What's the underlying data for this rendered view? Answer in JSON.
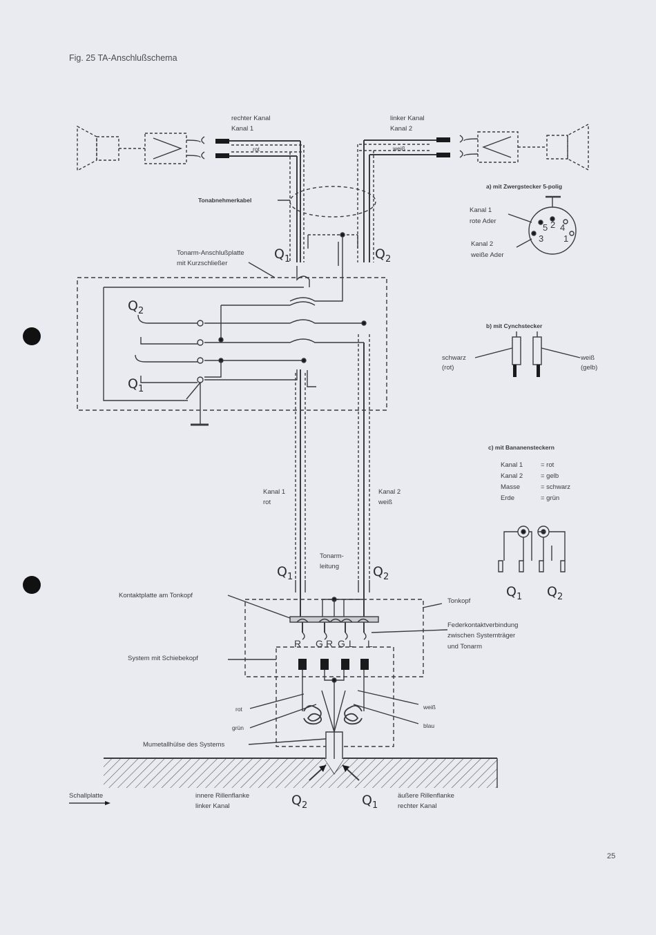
{
  "figure": {
    "title": "Fig. 25  TA-Anschlußschema",
    "page_number": "25"
  },
  "top": {
    "right_channel": [
      "rechter Kanal",
      "Kanal 1"
    ],
    "left_channel": [
      "linker Kanal",
      "Kanal 2"
    ],
    "wire_rot": "rot",
    "wire_weiss": "weiß",
    "cable": "Tonabnehmerkabel",
    "plate": [
      "Tonarm-Anschlußplatte",
      "mit Kurzschließer"
    ]
  },
  "middle": {
    "kanal1": [
      "Kanal 1",
      "rot"
    ],
    "kanal2": [
      "Kanal 2",
      "weiß"
    ],
    "tonarm_leitung": [
      "Tonarm-",
      "leitung"
    ]
  },
  "bottom": {
    "kontaktplatte": "Kontaktplatte am Tonkopf",
    "tonkopf": "Tonkopf",
    "feder": [
      "Federkontaktverbindung",
      "zwischen Systemträger",
      "und Tonarm"
    ],
    "system": "System mit Schiebekopf",
    "pins": [
      "R",
      "G",
      "R",
      "G",
      "L",
      "L"
    ],
    "rot": "rot",
    "gruen": "grün",
    "weiss": "weiß",
    "blau": "blau",
    "huelse": "Mumetallhülse des Systems",
    "schallplatte": "Schallplatte",
    "innere": [
      "innere Rillenflanke",
      "linker Kanal"
    ],
    "aeussere": [
      "äußere Rillenflanke",
      "rechter Kanal"
    ]
  },
  "q_labels": {
    "q": "Q",
    "one": "1",
    "two": "2"
  },
  "panel_a": {
    "title": "a)  mit Zwergstecker 5-polig",
    "kanal1": [
      "Kanal 1",
      "rote Ader"
    ],
    "kanal2": [
      "Kanal 2",
      "weiße Ader"
    ],
    "pins": [
      "5",
      "2",
      "4",
      "3",
      "1"
    ]
  },
  "panel_b": {
    "title": "b)  mit Cynchstecker",
    "left": [
      "schwarz",
      "(rot)"
    ],
    "right": [
      "weiß",
      "(gelb)"
    ]
  },
  "panel_c": {
    "title": "c)  mit Bananensteckern",
    "rows": [
      {
        "key": "Kanal 1",
        "val": "= rot"
      },
      {
        "key": "Kanal 2",
        "val": "= gelb"
      },
      {
        "key": "Masse",
        "val": "= schwarz"
      },
      {
        "key": "Erde",
        "val": "= grün"
      }
    ]
  },
  "colors": {
    "paper": "#e9ebf1",
    "ink": "#2c2c30",
    "wire": "#3a3a3e"
  }
}
